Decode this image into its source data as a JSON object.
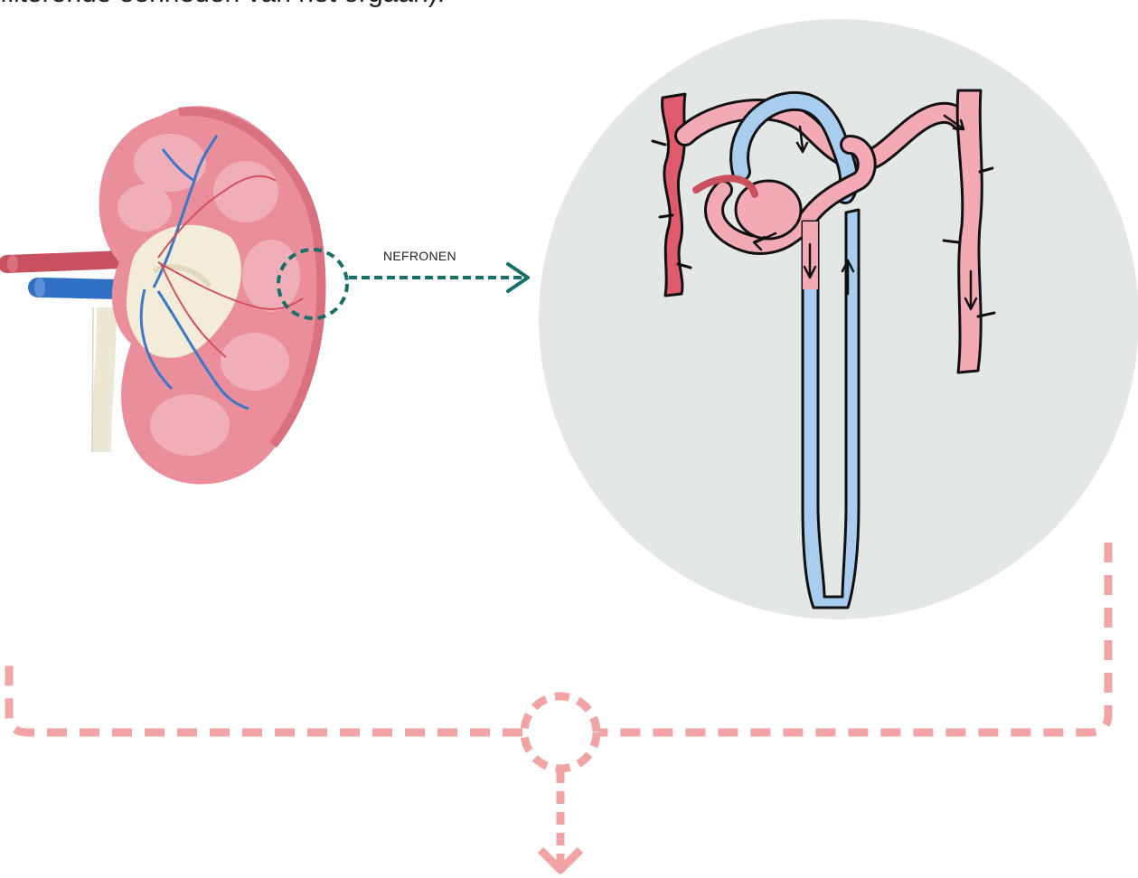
{
  "header": {
    "text": "filterende eenheden van het orgaan)."
  },
  "labels": {
    "nefronen": "NEFRONEN"
  },
  "colors": {
    "accent_teal": "#16706a",
    "connector_pink": "#f2a3a3",
    "kidney_pink": "#e98e9a",
    "vessel_red": "#e05a6e",
    "vessel_pink": "#f3aab5",
    "vessel_blue": "#a9cdee",
    "panel_gray": "#e3e8e6",
    "vein_blue": "#2f6fc4"
  },
  "icons": {
    "kidney": "kidney-illustration",
    "nephron": "nephron-diagram",
    "arrow": "arrow-right-icon",
    "down_arrow": "chevron-down-icon"
  }
}
